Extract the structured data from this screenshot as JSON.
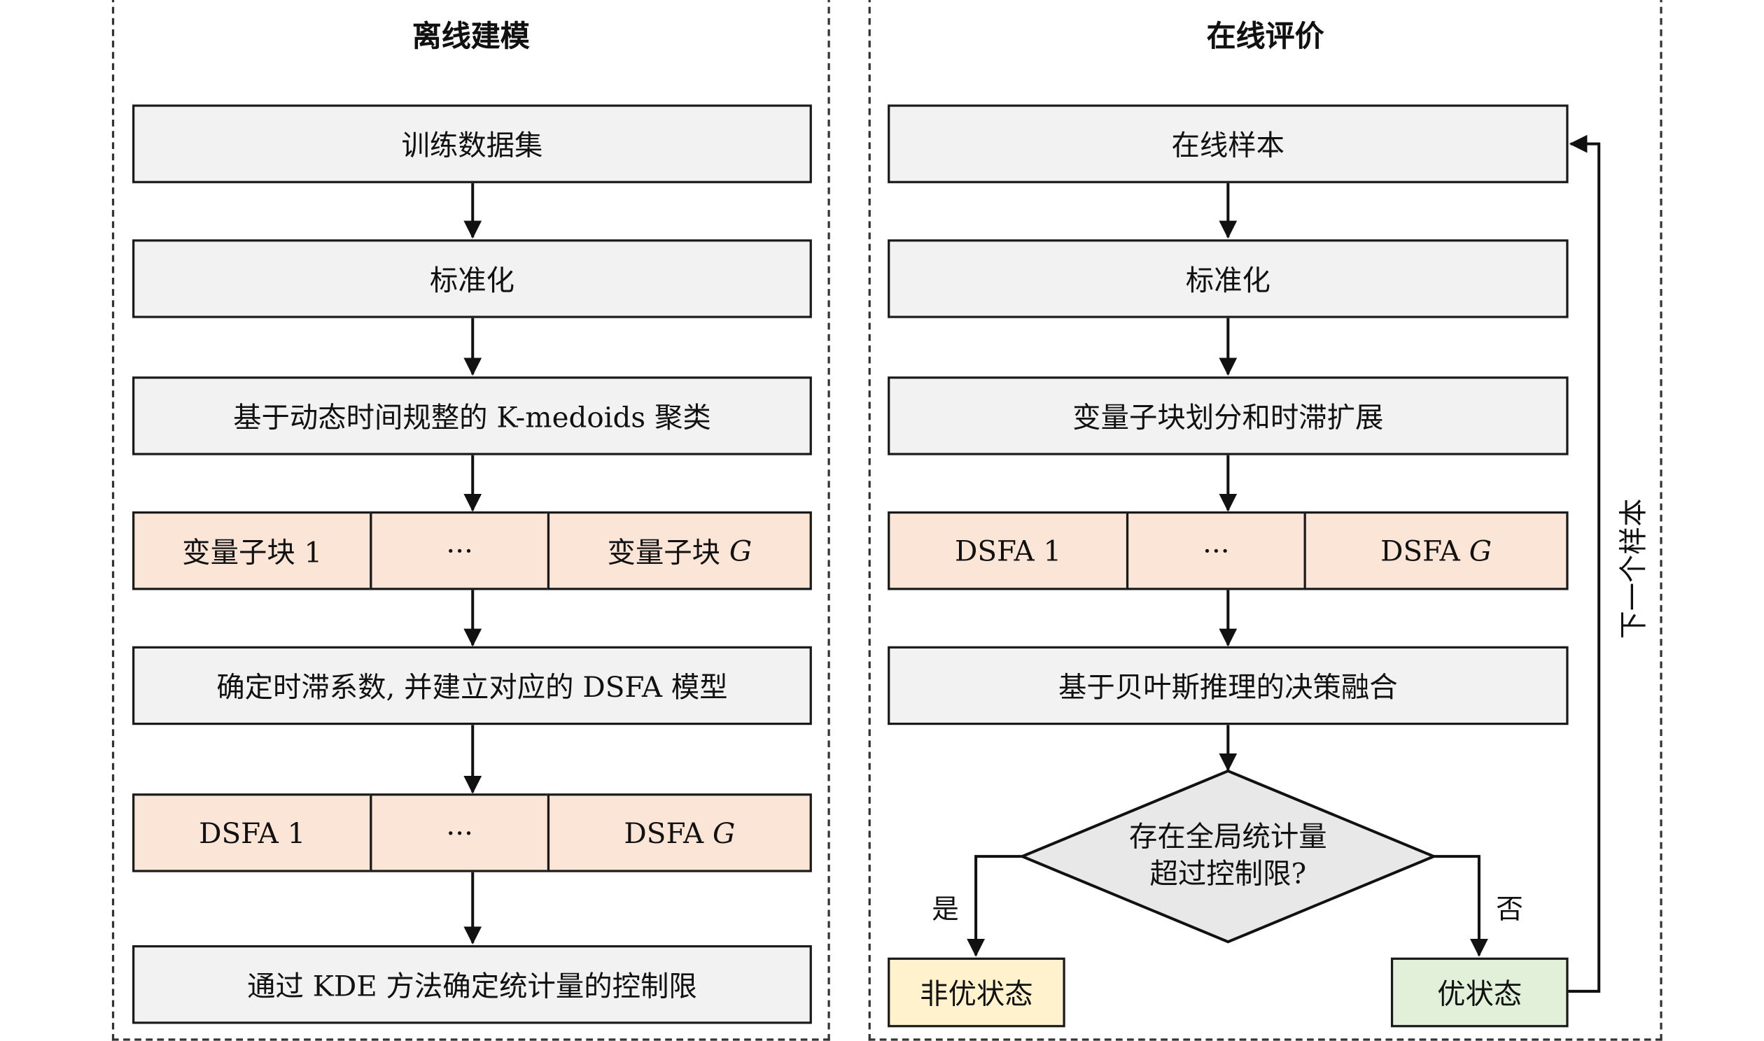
{
  "offline": {
    "title": "离线建模",
    "training_set": "训练数据集",
    "standardize": "标准化",
    "clustering": "基于动态时间规整的 K-medoids 聚类",
    "block_first": "变量子块 1",
    "block_dots": "···",
    "block_last_prefix": "变量子块",
    "block_last_var": "G",
    "lag_model": "确定时滞系数, 并建立对应的 DSFA 模型",
    "dsfa_first": "DSFA 1",
    "dsfa_dots": "···",
    "dsfa_last_prefix": "DSFA",
    "dsfa_last_var": "G",
    "control_limit": "通过 KDE 方法确定统计量的控制限"
  },
  "online": {
    "title": "在线评价",
    "online_sample": "在线样本",
    "standardize": "标准化",
    "partition": "变量子块划分和时滞扩展",
    "dsfa_first": "DSFA 1",
    "dsfa_dots": "···",
    "dsfa_last_prefix": "DSFA",
    "dsfa_last_var": "G",
    "fusion": "基于贝叶斯推理的决策融合",
    "decision_line1": "存在全局统计量",
    "decision_line2": "超过控制限?",
    "yes_label": "是",
    "no_label": "否",
    "non_optimal": "非优状态",
    "optimal": "优状态",
    "next_sample": "下一个样本"
  },
  "colors": {
    "gray_box": "#f2f2f2",
    "peach_box": "#fbe5d6",
    "yellow_box": "#fff2cc",
    "green_box": "#e2f0d9",
    "diamond": "#e8e8e8"
  }
}
